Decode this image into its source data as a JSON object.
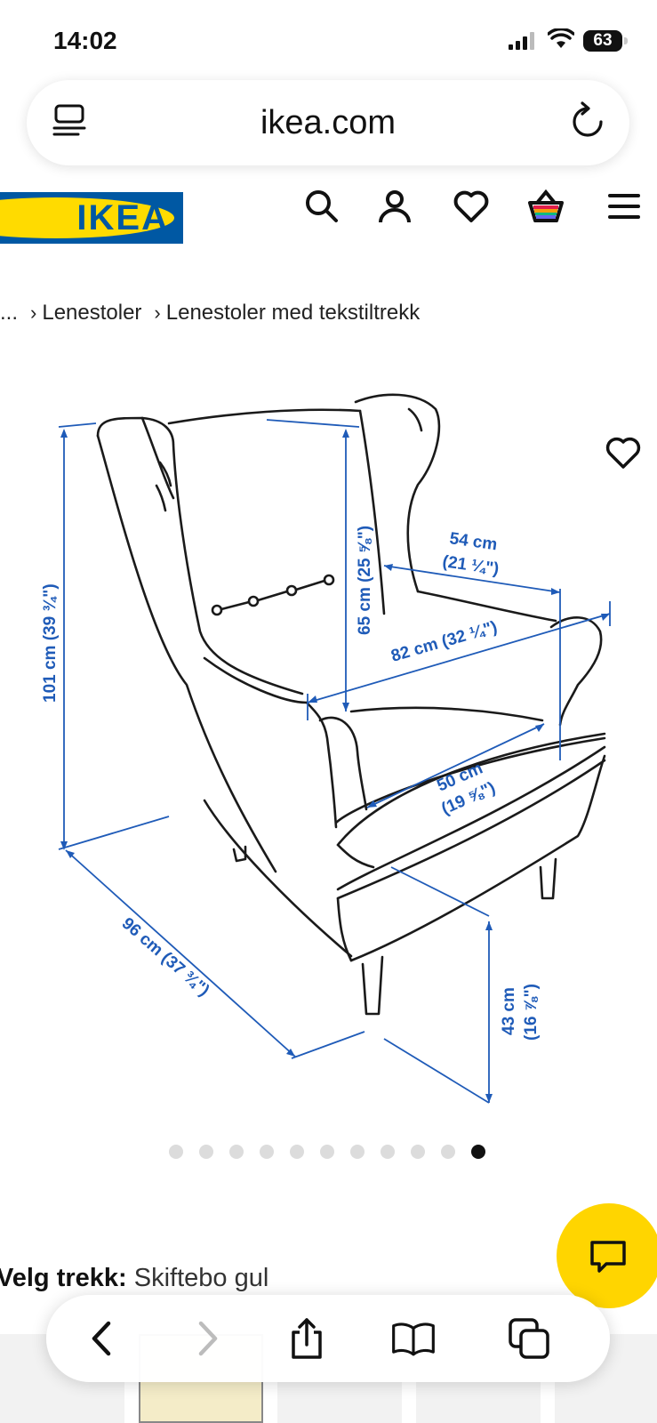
{
  "status_bar": {
    "time": "14:02",
    "battery": "63"
  },
  "url_bar": {
    "url": "ikea.com"
  },
  "header": {
    "logo_text": "IKEA"
  },
  "breadcrumb": {
    "ellipsis": "...",
    "items": [
      "Lenestoler",
      "Lenestoler med tekstiltrekk"
    ]
  },
  "dimensions": {
    "height_total": "101 cm (39 ¾\")",
    "back_height": "65 cm (25 ⅝\")",
    "seat_width_top": "54 cm",
    "seat_width_top_in": "(21 ¼\")",
    "width_total": "82 cm (32 ¼\")",
    "seat_width": "50 cm",
    "seat_width_in": "(19 ⅝\")",
    "depth_total": "96 cm (37 ¾\")",
    "seat_height": "43 cm",
    "seat_height_in": "(16 ⅞\")"
  },
  "carousel": {
    "count": 11,
    "active_index": 10
  },
  "variant": {
    "label": "Velg trekk:",
    "value": "Skiftebo gul"
  },
  "colors": {
    "ikea_blue": "#0058a3",
    "ikea_yellow": "#ffdb00",
    "chat_yellow": "#ffd500",
    "dimension_blue": "#1f5bb8"
  },
  "icons": [
    "tabs-icon",
    "reload-icon",
    "search-icon",
    "user-icon",
    "heart-icon",
    "basket-icon",
    "menu-icon",
    "chat-icon",
    "back-icon",
    "forward-icon",
    "share-icon",
    "bookmarks-icon",
    "tabs-overview-icon"
  ]
}
